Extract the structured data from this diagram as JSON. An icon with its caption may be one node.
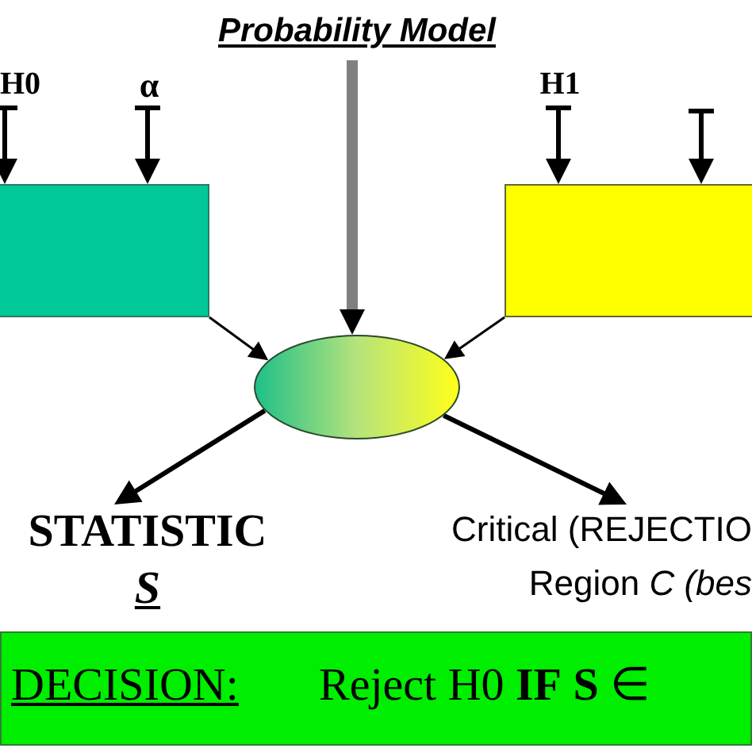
{
  "diagram": {
    "nodes": [
      {
        "text": [
          "Probability Model"
        ]
      },
      {
        "text": [
          "H0"
        ]
      },
      {
        "text": [
          "α"
        ]
      },
      {
        "text": [],
        "shape": "box"
      },
      {
        "text": [
          "H1"
        ]
      },
      {
        "text": [],
        "shape": "box"
      },
      {
        "text": [],
        "shape": "ellipse"
      },
      {
        "text": [
          "STATISTIC",
          "S"
        ]
      },
      {
        "text": [
          "Critical (REJECTIO",
          "Region *C (bes*"
        ]
      },
      {
        "text": [
          "DECISION:",
          "Reject H0 **IF** **S** ∈"
        ]
      }
    ],
    "edges": [
      {
        "from": 1,
        "to": 3,
        "arrow": "to"
      },
      {
        "from": 2,
        "to": 3,
        "arrow": "to"
      },
      {
        "from": 4,
        "to": 5,
        "arrow": "to"
      },
      {
        "from": null,
        "to": 5,
        "arrow": "to"
      },
      {
        "from": 3,
        "to": 6,
        "arrow": "to"
      },
      {
        "from": 5,
        "to": 6,
        "arrow": "to"
      },
      {
        "from": 0,
        "to": 6,
        "arrow": "to",
        "style": "thick",
        "color": "#808080"
      },
      {
        "from": 6,
        "to": 7,
        "arrow": "to"
      },
      {
        "from": 6,
        "to": 8,
        "arrow": "to"
      }
    ]
  }
}
